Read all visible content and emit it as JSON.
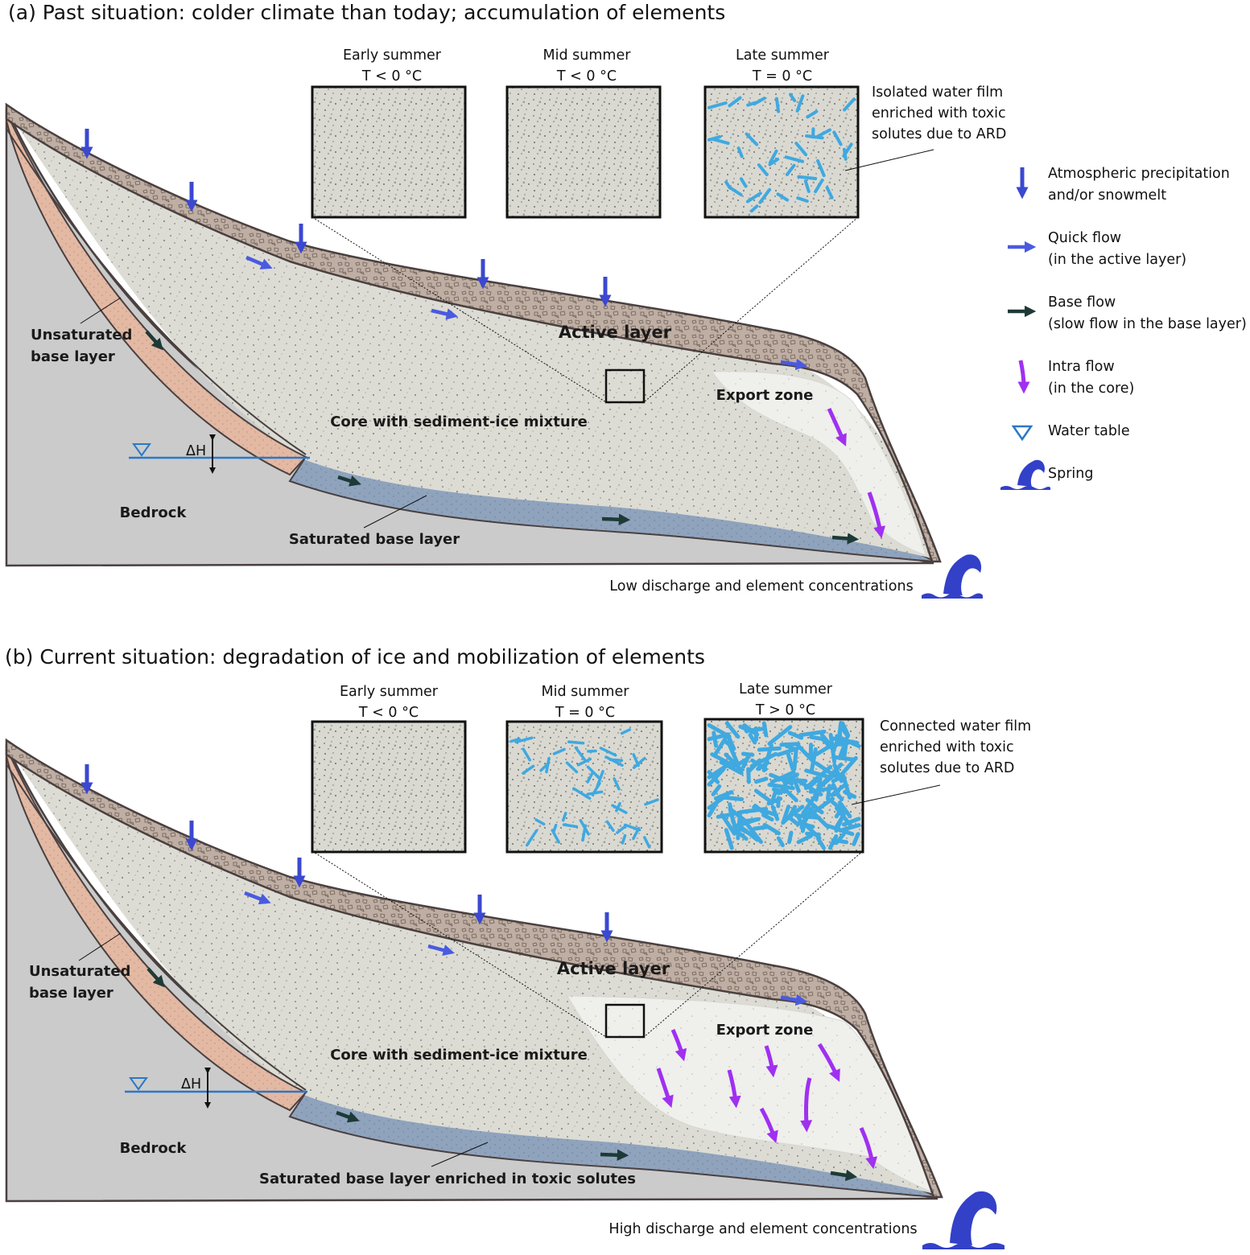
{
  "panel_a": {
    "title": "(a) Past situation: colder climate than today; accumulation of elements",
    "insets": [
      {
        "season": "Early summer",
        "temp": "T < 0 °C"
      },
      {
        "season": "Mid summer",
        "temp": "T < 0 °C"
      },
      {
        "season": "Late summer",
        "temp": "T = 0 °C"
      }
    ],
    "film_note": [
      "Isolated water film",
      "enriched with toxic",
      "solutes due to ARD"
    ],
    "labels": {
      "active_layer": "Active layer",
      "export_zone": "Export zone",
      "unsat_1": "Unsaturated",
      "unsat_2": "base layer",
      "core": "Core with sediment-ice mixture",
      "bedrock": "Bedrock",
      "saturated": "Saturated base layer",
      "delta_h": "ΔH",
      "discharge": "Low discharge and element concentrations"
    }
  },
  "panel_b": {
    "title": "(b) Current situation: degradation of ice and mobilization of elements",
    "insets": [
      {
        "season": "Early summer",
        "temp": "T < 0 °C"
      },
      {
        "season": "Mid summer",
        "temp": "T = 0 °C"
      },
      {
        "season": "Late summer",
        "temp": "T > 0 °C"
      }
    ],
    "film_note": [
      "Connected water film",
      "enriched with toxic",
      "solutes due to ARD"
    ],
    "labels": {
      "active_layer": "Active layer",
      "export_zone": "Export zone",
      "unsat_1": "Unsaturated",
      "unsat_2": "base layer",
      "core": "Core with sediment-ice mixture",
      "bedrock": "Bedrock",
      "saturated": "Saturated base layer enriched in toxic solutes",
      "delta_h": "ΔH",
      "discharge": "High discharge and element concentrations"
    }
  },
  "legend": {
    "precip": [
      "Atmospheric precipitation",
      "and/or snowmelt"
    ],
    "quick": [
      "Quick flow",
      "(in the active layer)"
    ],
    "base": [
      "Base flow",
      "(slow flow in the base layer)"
    ],
    "intra": [
      "Intra flow",
      "(in the core)"
    ],
    "water_table": "Water table",
    "spring": "Spring"
  },
  "colors": {
    "precip_arrow": "#3b48d0",
    "quick_arrow": "#4a5ae0",
    "base_arrow": "#1e3a36",
    "intra_arrow": "#a030f0",
    "water_line": "#2a78c8",
    "water_film": "#3fa9e0",
    "bedrock": "#cbcbcb",
    "core": "#dcdcd4",
    "active_layer": "#bfaea3",
    "unsaturated": "#e3b9a3",
    "saturated": "#8fa3bd",
    "export_zone": "#efefec",
    "spring": "#3340c8"
  }
}
